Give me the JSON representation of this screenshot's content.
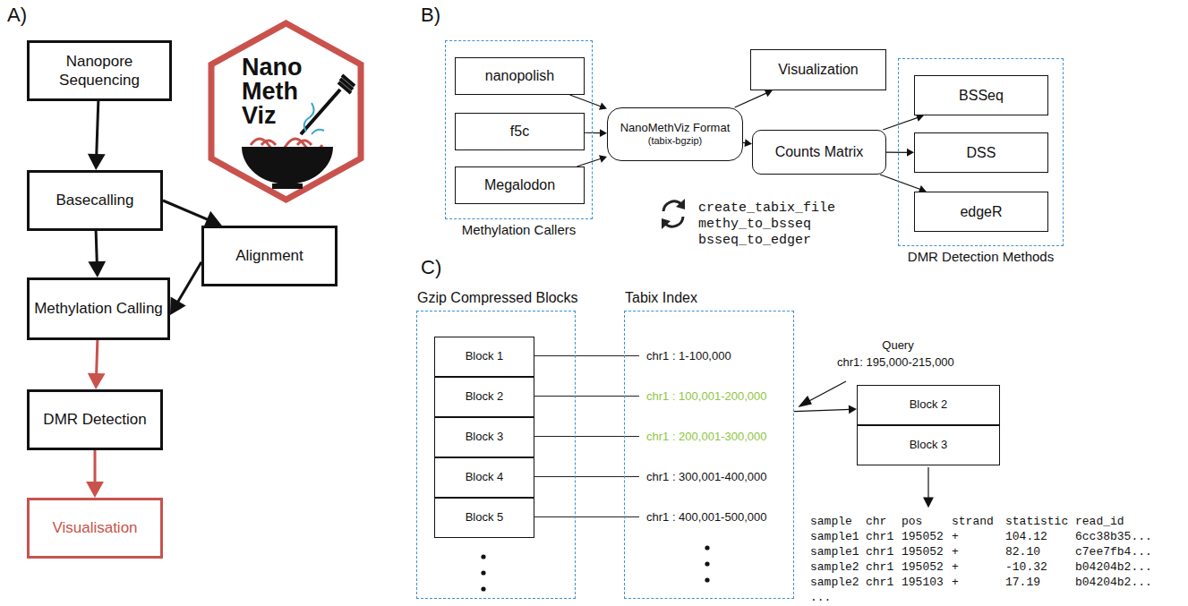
{
  "diagram": {
    "nodes": [
      {
        "text": [
          "Nanopore Sequencing"
        ]
      },
      {
        "text": [
          "Basecalling"
        ]
      },
      {
        "text": [
          "Alignment"
        ]
      },
      {
        "text": [
          "Methylation Calling"
        ]
      },
      {
        "text": [
          "DMR Detection"
        ]
      },
      {
        "text": [
          "Visualisation"
        ]
      },
      {
        "text": [
          "Nano Meth Viz"
        ]
      },
      {
        "text": [
          "Methylation Callers"
        ]
      },
      {
        "text": [
          "nanopolish"
        ],
        "in": 7
      },
      {
        "text": [
          "f5c"
        ],
        "in": 7
      },
      {
        "text": [
          "Megalodon"
        ],
        "in": 7
      },
      {
        "text": [
          "NanoMethViz Format",
          "(tabix-bgzip)"
        ]
      },
      {
        "text": [
          "Visualization"
        ]
      },
      {
        "text": [
          "Counts Matrix"
        ]
      },
      {
        "text": [
          "DMR Detection Methods"
        ]
      },
      {
        "text": [
          "BSSeq"
        ],
        "in": 14
      },
      {
        "text": [
          "DSS"
        ],
        "in": 14
      },
      {
        "text": [
          "edgeR"
        ],
        "in": 14
      },
      {
        "text": [
          "Gzip Compressed Blocks"
        ]
      },
      {
        "text": [
          "Block 1"
        ],
        "in": 18
      },
      {
        "text": [
          "Block 2"
        ],
        "in": 18
      },
      {
        "text": [
          "Block 3"
        ],
        "in": 18
      },
      {
        "text": [
          "Block 4"
        ],
        "in": 18
      },
      {
        "text": [
          "Block 5"
        ],
        "in": 18
      },
      {
        "text": [
          "Tabix Index"
        ]
      },
      {
        "text": [
          "Block 2"
        ]
      },
      {
        "text": [
          "Block 3"
        ]
      }
    ],
    "edges": [
      {
        "from": 0,
        "to": 1,
        "arrow": "to"
      },
      {
        "from": 1,
        "to": 3,
        "arrow": "to"
      },
      {
        "from": 1,
        "to": 2,
        "arrow": "to"
      },
      {
        "from": 2,
        "to": 3,
        "arrow": "to"
      },
      {
        "from": 3,
        "to": 4,
        "arrow": "to"
      },
      {
        "from": 4,
        "to": 5,
        "arrow": "to"
      },
      {
        "from": 8,
        "to": 11,
        "arrow": "to"
      },
      {
        "from": 9,
        "to": 11,
        "arrow": "to"
      },
      {
        "from": 10,
        "to": 11,
        "arrow": "to"
      },
      {
        "from": 11,
        "to": 12,
        "arrow": "to"
      },
      {
        "from": 11,
        "to": 13,
        "arrow": "to"
      },
      {
        "from": 13,
        "to": 15,
        "arrow": "to"
      },
      {
        "from": 13,
        "to": 16,
        "arrow": "to"
      },
      {
        "from": 13,
        "to": 17,
        "arrow": "to"
      },
      {
        "from": 24,
        "to": 25,
        "arrow": "to"
      }
    ],
    "labels": [
      "A)",
      "B)",
      "C)",
      "create_tabix_file",
      "methy_to_bsseq",
      "bsseq_to_edger",
      "chr1 : 1-100,000",
      "chr1 : 100,001-200,000",
      "chr1 : 200,001-300,000",
      "chr1 : 300,001-400,000",
      "chr1 : 400,001-500,000",
      "Query",
      "chr1: 195,000-215,000",
      "sample",
      "chr",
      "pos",
      "strand",
      "statistic",
      "read_id",
      "sample1",
      "chr1",
      "195052",
      "+",
      "104.12",
      "6cc38b35...",
      "sample1",
      "chr1",
      "195052",
      "+",
      "82.10",
      "c7ee7fb4...",
      "sample2",
      "chr1",
      "195052",
      "+",
      "-10.32",
      "b04204b2...",
      "sample2",
      "chr1",
      "195103",
      "+",
      "17.19",
      "b04204b2...",
      "..."
    ]
  }
}
